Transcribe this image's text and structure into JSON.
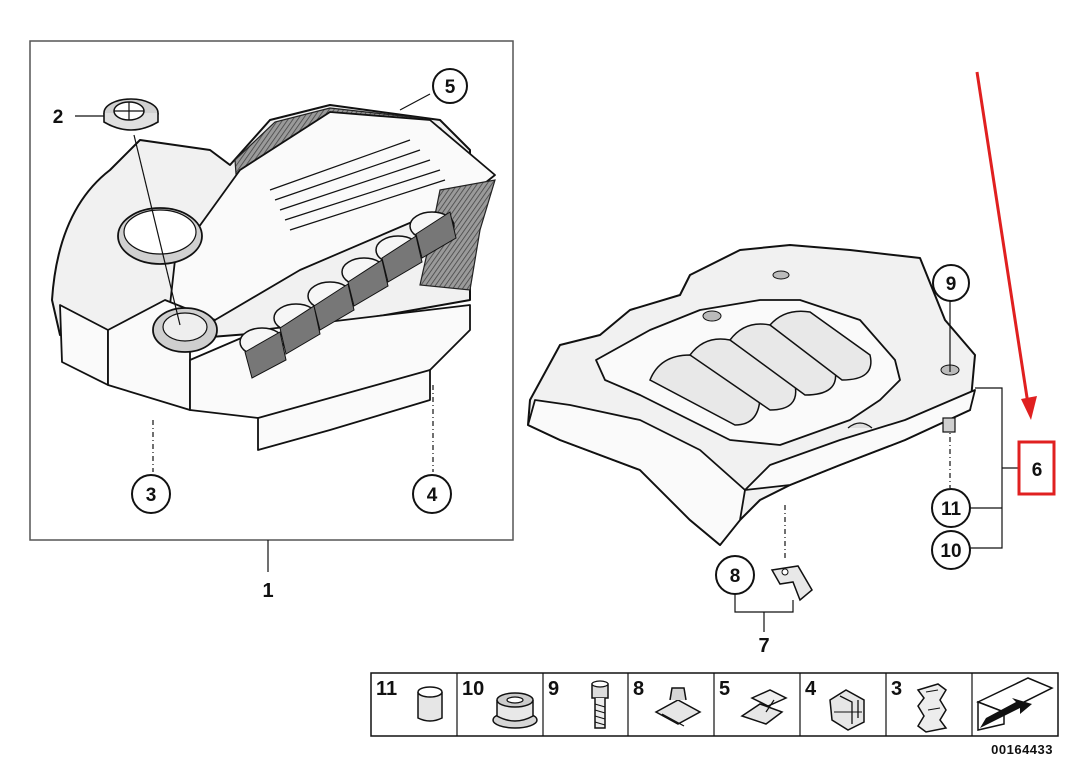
{
  "callouts": {
    "c2": "2",
    "c5": "5",
    "c3": "3",
    "c4": "4",
    "c9": "9",
    "c6": "6",
    "c11": "11",
    "c10": "10",
    "c8": "8"
  },
  "labels": {
    "l1": "1",
    "l7": "7"
  },
  "legend": {
    "items": [
      {
        "num": "11",
        "icon": "sleeve-icon"
      },
      {
        "num": "10",
        "icon": "rubber-grommet-icon"
      },
      {
        "num": "9",
        "icon": "bolt-icon"
      },
      {
        "num": "8",
        "icon": "clip-nut-icon"
      },
      {
        "num": "5",
        "icon": "clip-icon"
      },
      {
        "num": "4",
        "icon": "bracket-clip-icon"
      },
      {
        "num": "3",
        "icon": "spring-clip-icon"
      }
    ],
    "arrow_icon": "arrow-icon"
  },
  "ref_code": "00164433",
  "colors": {
    "highlight": "#e02020",
    "line": "#111111"
  }
}
